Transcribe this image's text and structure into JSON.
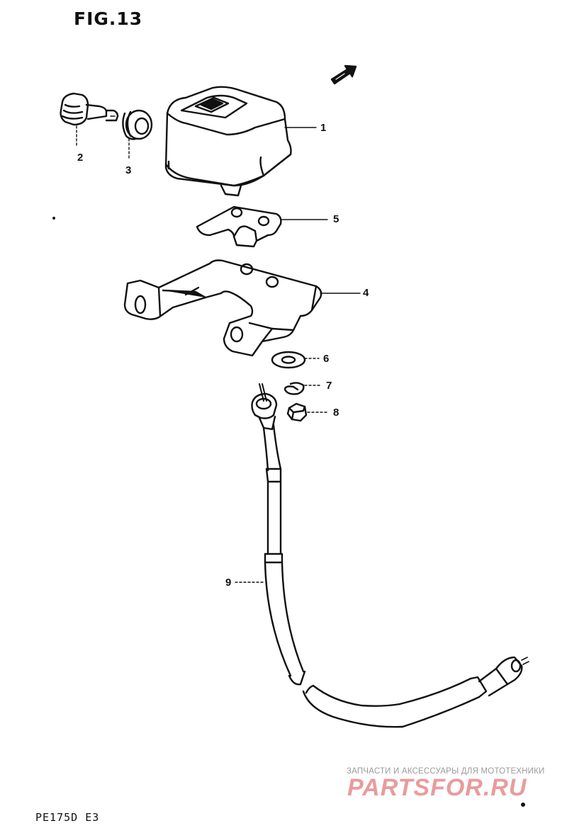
{
  "figure": {
    "title": "FIG.13",
    "model_code": "PE175D E3",
    "callouts": [
      "1",
      "2",
      "3",
      "4",
      "5",
      "6",
      "7",
      "8",
      "9"
    ]
  },
  "watermark": {
    "subtitle": "ЗАПЧАСТИ И АКСЕССУАРЫ ДЛЯ МОТОТЕХНИКИ",
    "brand": "PARTSFOR.RU",
    "color": "#d64a4a"
  },
  "colors": {
    "ink": "#111111",
    "background": "#ffffff"
  }
}
